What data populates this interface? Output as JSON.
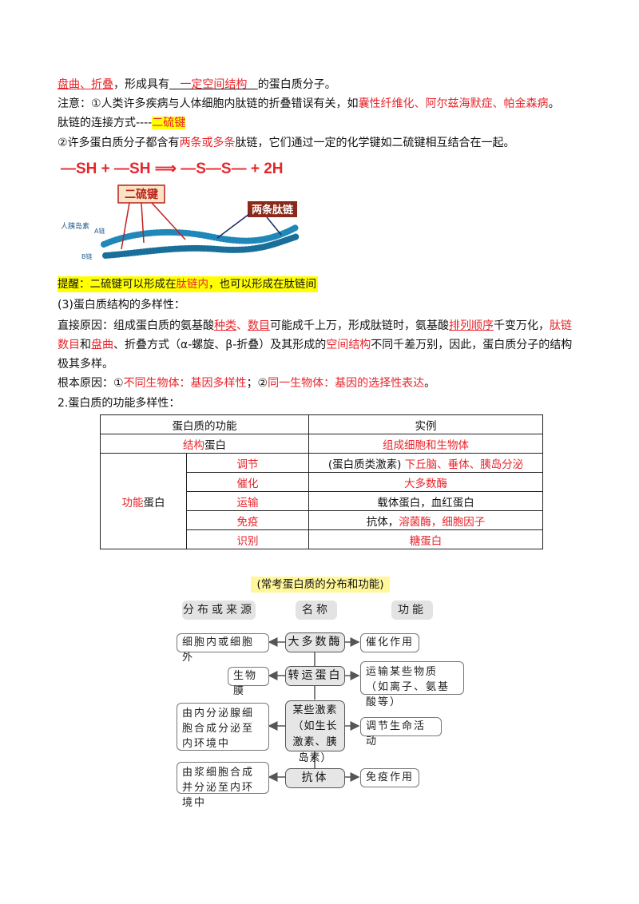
{
  "l1": {
    "t1": "盘曲、折叠",
    "t2": "，形成具有",
    "t3": "一定空间结构",
    "t4": "的蛋白质分子。"
  },
  "l2": {
    "t1": "注意：①人类许多疾病与人体细胞内肽链的折叠错误有关，如",
    "t2": "囊性纤维化、阿尔兹海默症、帕金森病",
    "t3": "。"
  },
  "l3": {
    "t1": "肽链的连接方式----",
    "t2": "二硫键"
  },
  "l4": {
    "t1": "②许多蛋白质分子都含有",
    "t2": "两条或多条",
    "t3": "肽链，它们通过一定的化学键如二硫键相互结合在一起。"
  },
  "figure": {
    "equation": "—SH + —SH ⟹ —S—S— + 2H",
    "label_bond": "二硫键",
    "label_chains": "两条肽链",
    "label_insulin": "人胰岛素",
    "label_a": "A链",
    "label_b": "B链"
  },
  "tip": {
    "t1": "提醒：二硫键可以形成在",
    "t2": "肽链内",
    "t3": "，也可以形成在肽链间"
  },
  "s3": "(3)蛋白质结构的多样性：",
  "direct": {
    "t1": "直接原因：组成蛋白质的氨基酸",
    "t2": "种类",
    "t3": "、",
    "t4": "数目",
    "t5": "可能成千上万，形成肽链时，氨基酸",
    "t6": "排列顺序",
    "t7": "千变万化，",
    "t8": "肽链数目",
    "t9": "和",
    "t10": "盘曲",
    "t11": "、折叠方式（α-螺旋、β-折叠）及其形成的",
    "t12": "空间结构",
    "t13": "不同千差万别，因此，蛋白质分子的结构极其多样。"
  },
  "root": {
    "t1": "根本原因：①",
    "t2": "不同生物体：基因多样性",
    "t3": "；②",
    "t4": "同一生物体：基因的选择性表达",
    "t5": "。"
  },
  "s2": "2.蛋白质的功能多样性：",
  "table": {
    "h1": "蛋白质的功能",
    "h2": "实例",
    "structural": {
      "a": "结构",
      "b": "蛋白",
      "example": "组成细胞和生物体"
    },
    "functional": {
      "a": "功能",
      "b": "蛋白"
    },
    "rows": [
      {
        "fn": "调节",
        "ex_black": "(蛋白质类激素) ",
        "ex_red": "下丘脑、垂体、胰岛分泌"
      },
      {
        "fn": "催化",
        "ex_black": "",
        "ex_red": "大多数酶"
      },
      {
        "fn": "运输",
        "ex_black": "载体蛋白，血红蛋白",
        "ex_red": ""
      },
      {
        "fn": "免疫",
        "ex_black": "抗体，",
        "ex_red": "溶菌酶，细胞因子"
      },
      {
        "fn": "识别",
        "ex_black": "",
        "ex_red": "糖蛋白"
      }
    ]
  },
  "diagram": {
    "title": "(常考蛋白质的分布和功能)",
    "headers": [
      "分布或来源",
      "名称",
      "功能"
    ],
    "rows": [
      {
        "source": "细胞内或细胞外",
        "name": "大多数酶",
        "function": "催化作用"
      },
      {
        "source": "生物膜",
        "name": "转运蛋白",
        "function": "运输某些物质（如离子、氨基酸等）"
      },
      {
        "source": "由内分泌腺细胞合成分泌至内环境中",
        "name": "某些激素（如生长激素、胰岛素）",
        "function": "调节生命活动"
      },
      {
        "source": "由浆细胞合成并分泌至内环境中",
        "name": "抗体",
        "function": "免疫作用"
      }
    ]
  },
  "colors": {
    "red": "#e8242b",
    "highlight": "#ffff00",
    "chain": "#1f88b8",
    "dark_red_label": "#8b2a1a"
  }
}
